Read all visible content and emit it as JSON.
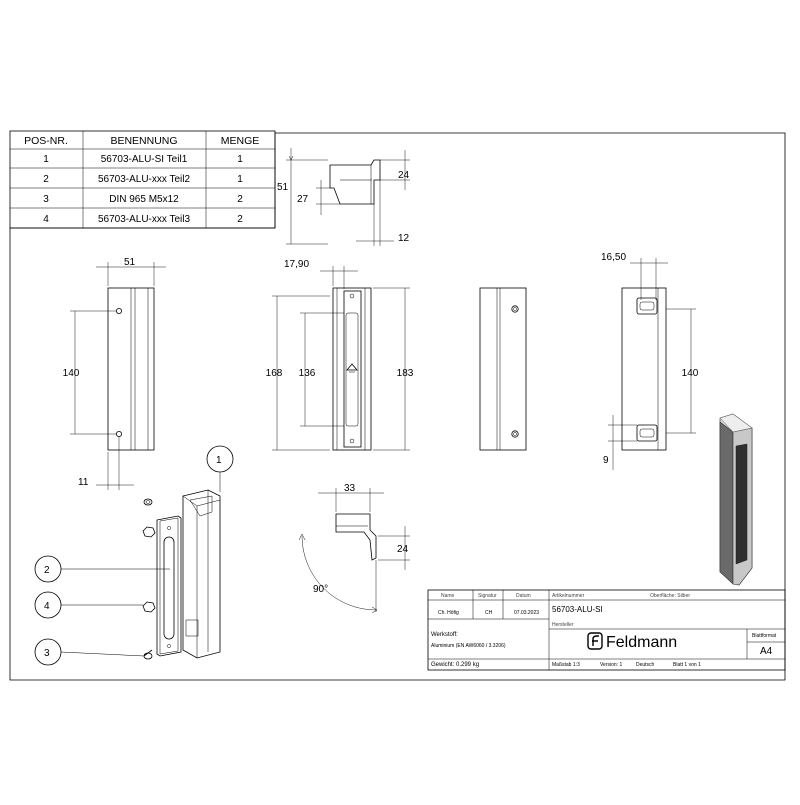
{
  "parts_table": {
    "headers": [
      "POS-NR.",
      "BENENNUNG",
      "MENGE"
    ],
    "rows": [
      [
        "1",
        "56703-ALU-SI Teil1",
        "1"
      ],
      [
        "2",
        "56703-ALU-xxx Teil2",
        "1"
      ],
      [
        "3",
        "DIN 965 M5x12",
        "2"
      ],
      [
        "4",
        "56703-ALU-xxx Teil3",
        "2"
      ]
    ]
  },
  "dimensions": {
    "top_view": [
      "51",
      "27",
      "24",
      "12"
    ],
    "front_view": [
      "51",
      "140",
      "11"
    ],
    "middle_view": [
      "17,90",
      "168",
      "136",
      "183"
    ],
    "right_view": [
      "16,50",
      "140",
      "9"
    ],
    "section_view": [
      "33",
      "24",
      "90°"
    ]
  },
  "balloons": [
    "1",
    "2",
    "4",
    "3"
  ],
  "title_block": {
    "name_label": "Name",
    "signatur_label": "Signatur",
    "datum_label": "Datum",
    "name": "Ch. Höfig",
    "signatur": "CH",
    "datum": "07.03.2023",
    "artikelnummer_label": "Artikelnummer",
    "artikelnummer": "56703-ALU-SI",
    "oberflaeche": "Oberfläche: Silber",
    "hersteller_label": "Hersteller",
    "werkstoff_label": "Werkstoff:",
    "werkstoff": "Aluminium (EN AW6060 / 3.3206)",
    "gewicht": "Gewicht: 0.299 kg",
    "massstab": "Maßstab 1:3",
    "version": "Version: 1",
    "sprache": "Deutsch",
    "blatt": "Blatt 1 von 1",
    "blattformat_label": "Blattformat",
    "blattformat": "A4",
    "company": "Feldmann"
  }
}
